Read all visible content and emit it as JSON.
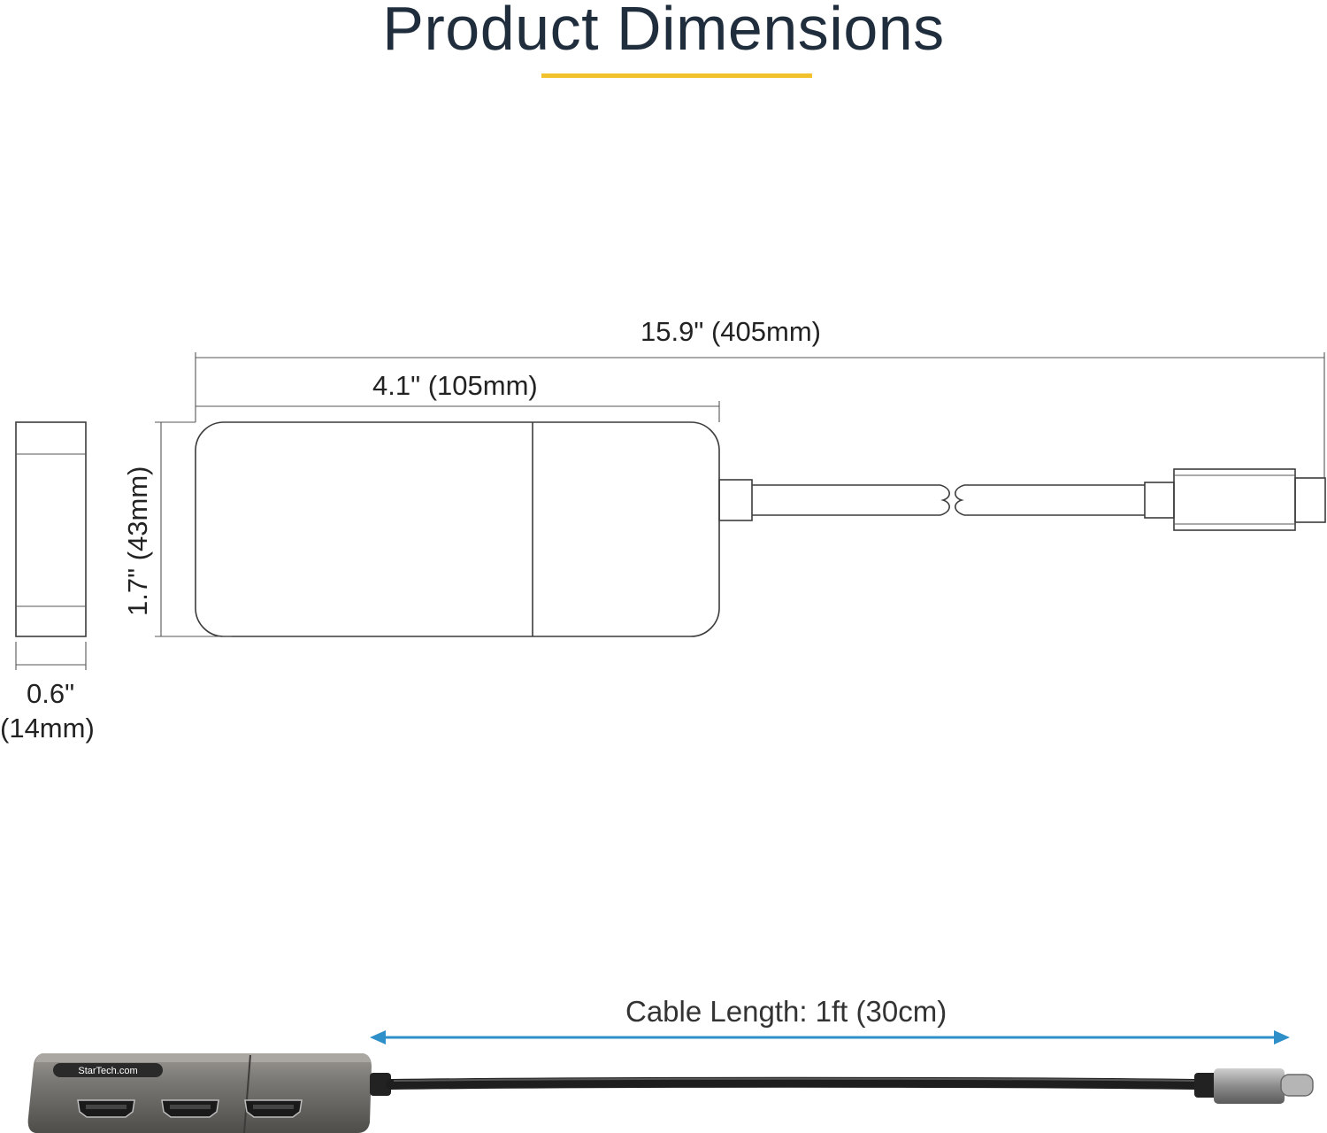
{
  "title": "Product Dimensions",
  "colors": {
    "title": "#1f2d3d",
    "accent_underline": "#f2c12e",
    "drawing_line": "#3c3c3c",
    "cable_arrow": "#2e8fc9",
    "product_body": "#6e6c69",
    "cable": "#1e1e1e"
  },
  "dimensions": {
    "overall_length": "15.9\" (405mm)",
    "body_length": "4.1\" (105mm)",
    "body_height": "1.7\" (43mm)",
    "thickness_line1": "0.6\"",
    "thickness_line2": "(14mm)"
  },
  "photo": {
    "cable_length_label": "Cable Length: 1ft (30cm)",
    "brand_logo": "StarTech.com",
    "port_icon": "hdmi-port-icon",
    "port_count": 3
  }
}
